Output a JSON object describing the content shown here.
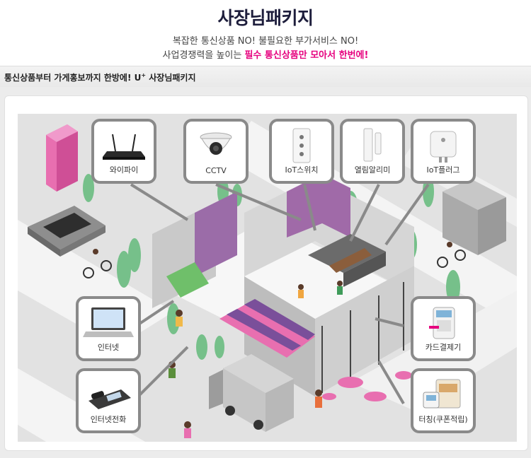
{
  "header": {
    "title": "사장님패키지",
    "subtitle_line1": "복잡한 통신상품 NO! 불필요한 부가서비스 NO!",
    "subtitle_line2_prefix": "사업경쟁력을 높이는 ",
    "subtitle_line2_highlight": "필수 통신상품만 모아서 한번에!"
  },
  "section": {
    "title_prefix": "통신상품부터 가게홍보까지 한방에! U",
    "title_sup": "+",
    "title_suffix": " 사장님패키지"
  },
  "services": [
    {
      "label": "와이파이",
      "icon": "wifi-router-icon"
    },
    {
      "label": "CCTV",
      "icon": "cctv-camera-icon"
    },
    {
      "label": "IoT스위치",
      "icon": "iot-switch-icon"
    },
    {
      "label": "열림알리미",
      "icon": "door-sensor-icon"
    },
    {
      "label": "IoT플러그",
      "icon": "iot-plug-icon"
    },
    {
      "label": "인터넷",
      "icon": "laptop-icon"
    },
    {
      "label": "카드결제기",
      "icon": "card-terminal-icon"
    },
    {
      "label": "인터넷전화",
      "icon": "desk-phone-icon"
    },
    {
      "label": "터칭(쿠폰적립)",
      "icon": "coupon-tablet-icon"
    }
  ],
  "colors": {
    "accent": "#e6007e",
    "title": "#1e1e3c",
    "callout_border": "#8a8a8a",
    "building_pink": "#e86fb0",
    "awning_purple": "#7a4f9a"
  }
}
